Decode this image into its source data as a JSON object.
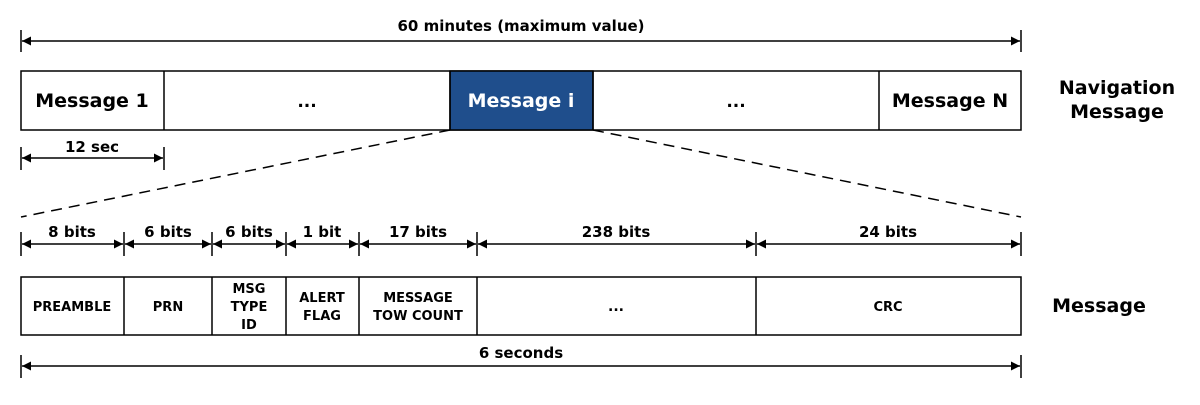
{
  "top_span_label": "60 minutes (maximum value)",
  "nav_label_line1": "Navigation",
  "nav_label_line2": "Message",
  "nav_boxes": [
    {
      "label": "Message 1",
      "highlighted": false
    },
    {
      "label": "...",
      "highlighted": false
    },
    {
      "label": "Message i",
      "highlighted": true
    },
    {
      "label": "...",
      "highlighted": false
    },
    {
      "label": "Message N",
      "highlighted": false
    }
  ],
  "message_duration_label": "12 sec",
  "bit_widths": [
    "8 bits",
    "6 bits",
    "6 bits",
    "1 bit",
    "17 bits",
    "238 bits",
    "24 bits"
  ],
  "fields": [
    {
      "lines": [
        "PREAMBLE"
      ]
    },
    {
      "lines": [
        "PRN"
      ]
    },
    {
      "lines": [
        "MSG",
        "TYPE",
        "ID"
      ]
    },
    {
      "lines": [
        "ALERT",
        "FLAG"
      ]
    },
    {
      "lines": [
        "MESSAGE",
        "TOW COUNT"
      ]
    },
    {
      "lines": [
        "..."
      ]
    },
    {
      "lines": [
        "CRC"
      ]
    }
  ],
  "message_label": "Message",
  "bottom_span_label": "6 seconds",
  "colors": {
    "highlight_fill": "#1f4e8c",
    "highlight_text": "#ffffff",
    "line": "#000000"
  }
}
